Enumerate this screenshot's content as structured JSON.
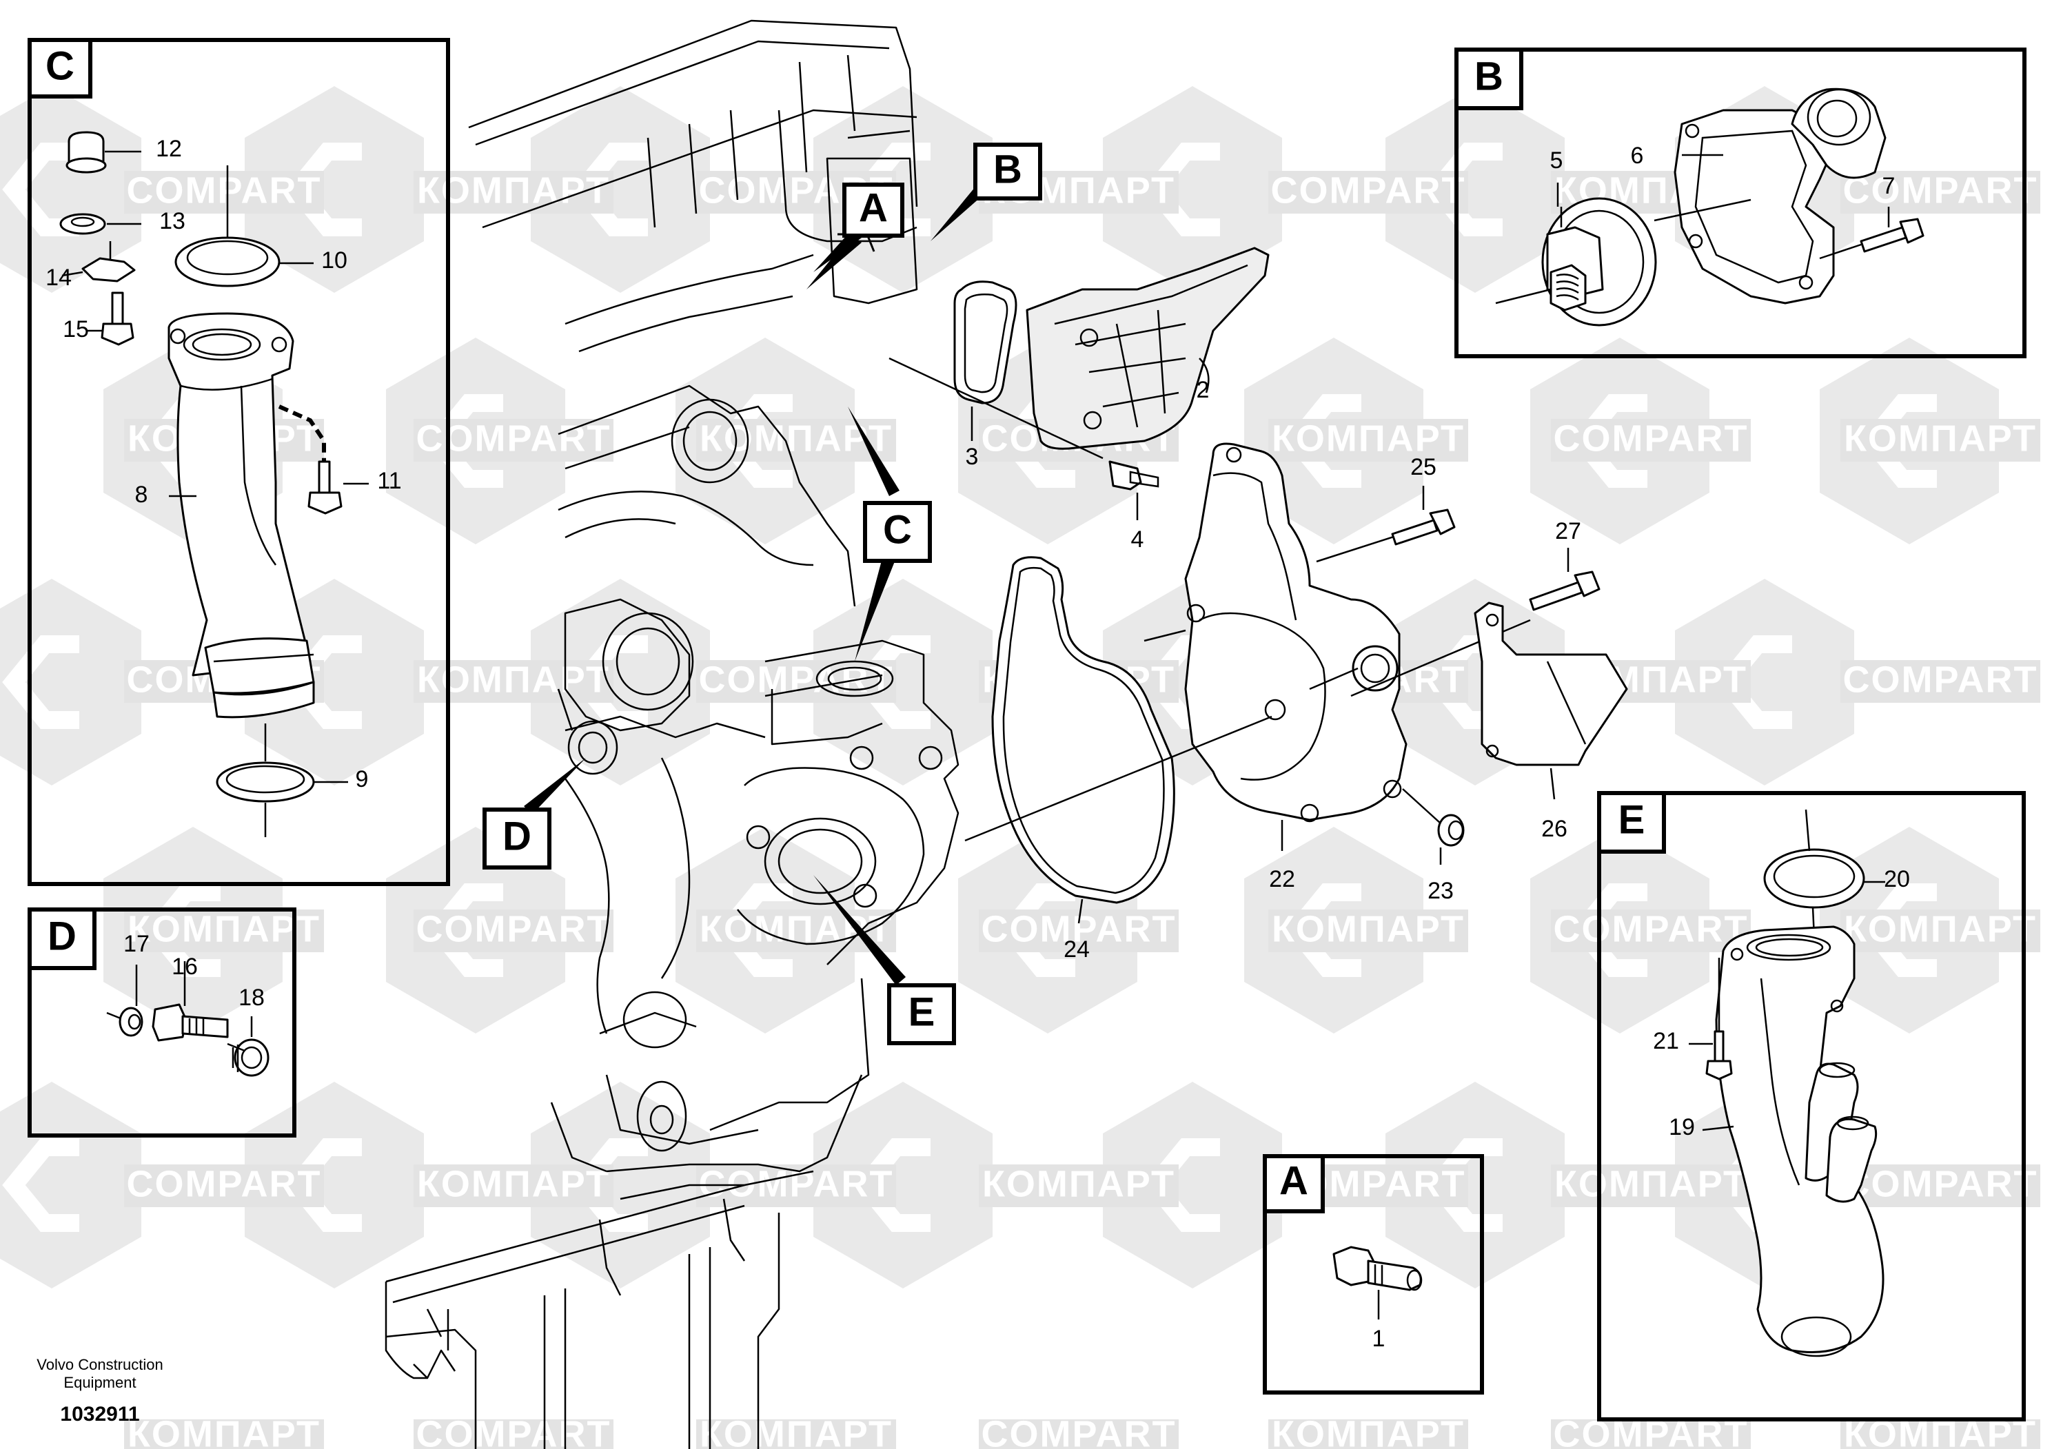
{
  "watermark": {
    "latin": "COMPART",
    "cyrillic": "КОМПАРТ"
  },
  "footer": {
    "company_line1": "Volvo Construction",
    "company_line2": "Equipment",
    "drawing_number": "1032911"
  },
  "views": {
    "A": {
      "letter": "A",
      "parts": [
        "1"
      ]
    },
    "B": {
      "letter": "B",
      "parts": [
        "5",
        "6",
        "7"
      ]
    },
    "C": {
      "letter": "C",
      "parts": [
        "8",
        "9",
        "10",
        "11",
        "12",
        "13",
        "14",
        "15"
      ]
    },
    "D": {
      "letter": "D",
      "parts": [
        "16",
        "17",
        "18"
      ]
    },
    "E": {
      "letter": "E",
      "parts": [
        "19",
        "20",
        "21"
      ]
    }
  },
  "main_view_refs": [
    "A",
    "B",
    "C",
    "D",
    "E"
  ],
  "callouts": {
    "p1": "1",
    "p2": "2",
    "p3": "3",
    "p4": "4",
    "p5": "5",
    "p6": "6",
    "p7": "7",
    "p8": "8",
    "p9": "9",
    "p10": "10",
    "p11": "11",
    "p12": "12",
    "p13": "13",
    "p14": "14",
    "p15": "15",
    "p16": "16",
    "p17": "17",
    "p18": "18",
    "p19": "19",
    "p20": "20",
    "p21": "21",
    "p22": "22",
    "p23": "23",
    "p24": "24",
    "p25": "25",
    "p26": "26",
    "p27": "27"
  }
}
